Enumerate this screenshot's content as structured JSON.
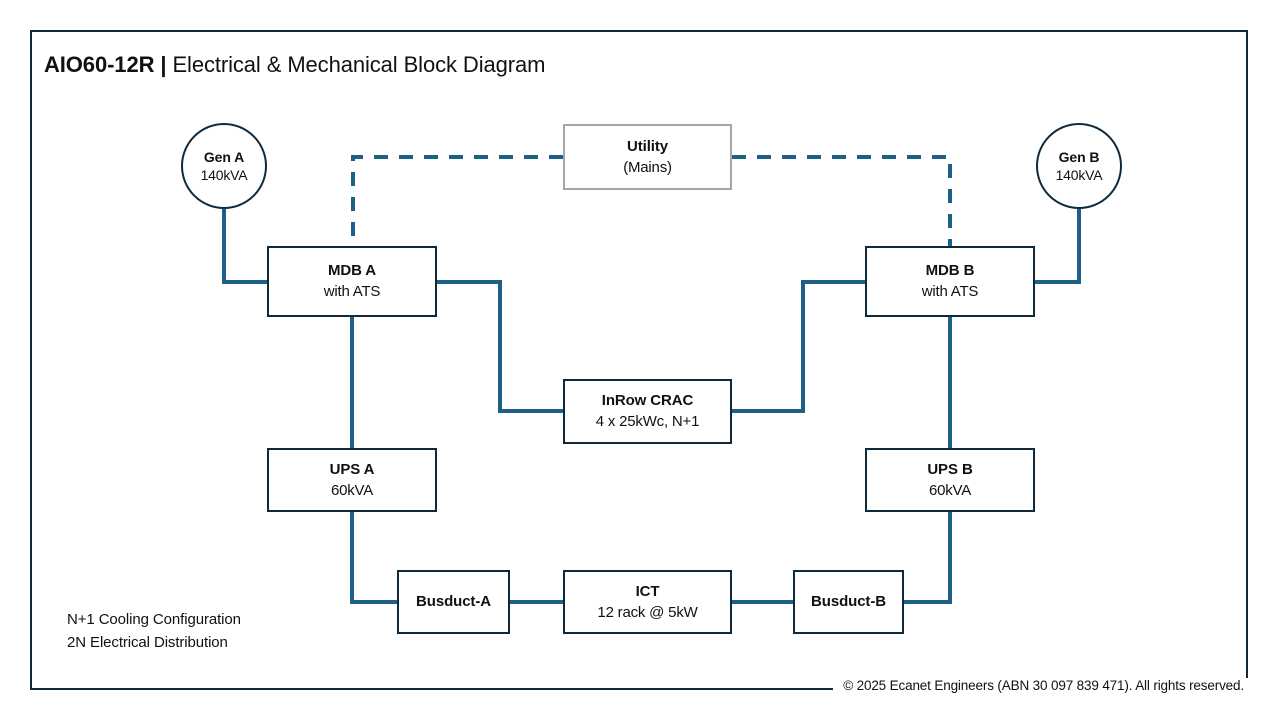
{
  "header": {
    "code": "AIO60-12R",
    "separator": "|",
    "subtitle": "Electrical & Mechanical Block Diagram"
  },
  "colors": {
    "frame": "#10293a",
    "box_border": "#0d2a3d",
    "muted_border": "#a6a6a6",
    "connector": "#1d6087",
    "text": "#111111",
    "background": "#ffffff"
  },
  "nodes": {
    "gen_a": {
      "title": "Gen A",
      "sub": "140kVA",
      "shape": "circle"
    },
    "gen_b": {
      "title": "Gen B",
      "sub": "140kVA",
      "shape": "circle"
    },
    "utility": {
      "title": "Utility",
      "sub": "(Mains)",
      "shape": "box"
    },
    "mdb_a": {
      "title": "MDB A",
      "sub": "with ATS",
      "shape": "box"
    },
    "mdb_b": {
      "title": "MDB B",
      "sub": "with ATS",
      "shape": "box"
    },
    "crac": {
      "title": "InRow CRAC",
      "sub": "4 x 25kWc, N+1",
      "shape": "box"
    },
    "ups_a": {
      "title": "UPS A",
      "sub": "60kVA",
      "shape": "box"
    },
    "ups_b": {
      "title": "UPS B",
      "sub": "60kVA",
      "shape": "box"
    },
    "busduct_a": {
      "title": "Busduct-A",
      "sub": "",
      "shape": "box"
    },
    "busduct_b": {
      "title": "Busduct-B",
      "sub": "",
      "shape": "box"
    },
    "ict": {
      "title": "ICT",
      "sub": "12 rack @ 5kW",
      "shape": "box"
    }
  },
  "notes": {
    "line1": "N+1 Cooling Configuration",
    "line2": "2N Electrical Distribution"
  },
  "footer": {
    "copyright": "© 2025 Ecanet Engineers (ABN 30 097 839 471). All rights reserved."
  }
}
